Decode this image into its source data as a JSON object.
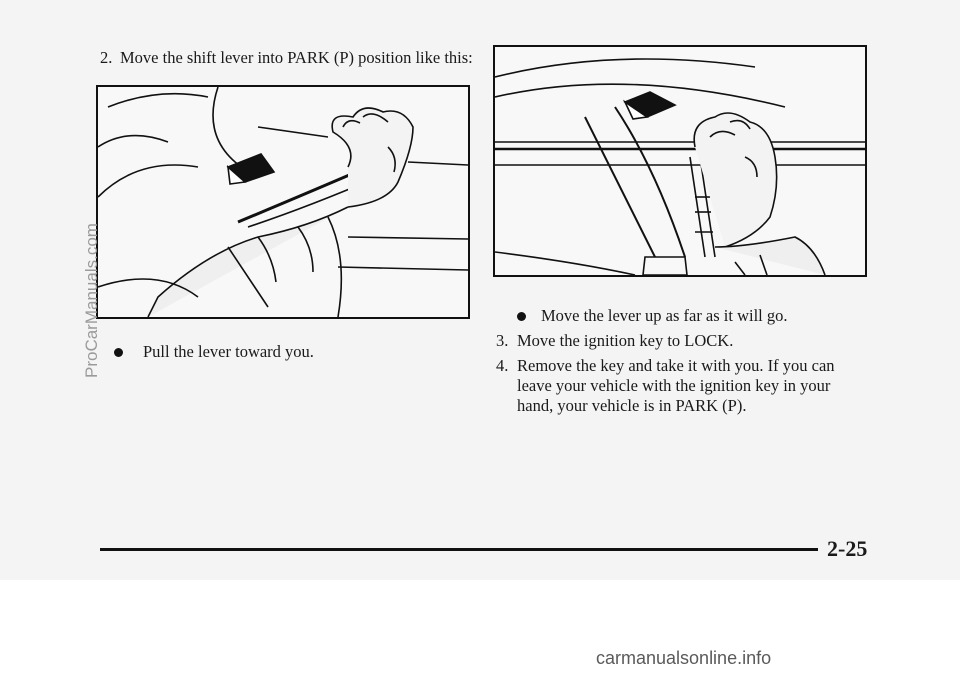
{
  "step2": {
    "number": "2.",
    "text": "Move the shift lever into PARK (P) position like this:"
  },
  "left_bullet": "Pull the lever toward you.",
  "right_bullet": "Move the lever up as far as it will go.",
  "step3": {
    "number": "3.",
    "text": "Move the ignition key to LOCK."
  },
  "step4": {
    "number": "4.",
    "lines": [
      "Remove the key and take it with you. If you can",
      "leave your vehicle with the ignition key in your",
      "hand, your vehicle is in PARK (P)."
    ]
  },
  "page_number": "2-25",
  "watermark": "ProCarManuals.com",
  "footer_site": "carmanualsonline.info"
}
